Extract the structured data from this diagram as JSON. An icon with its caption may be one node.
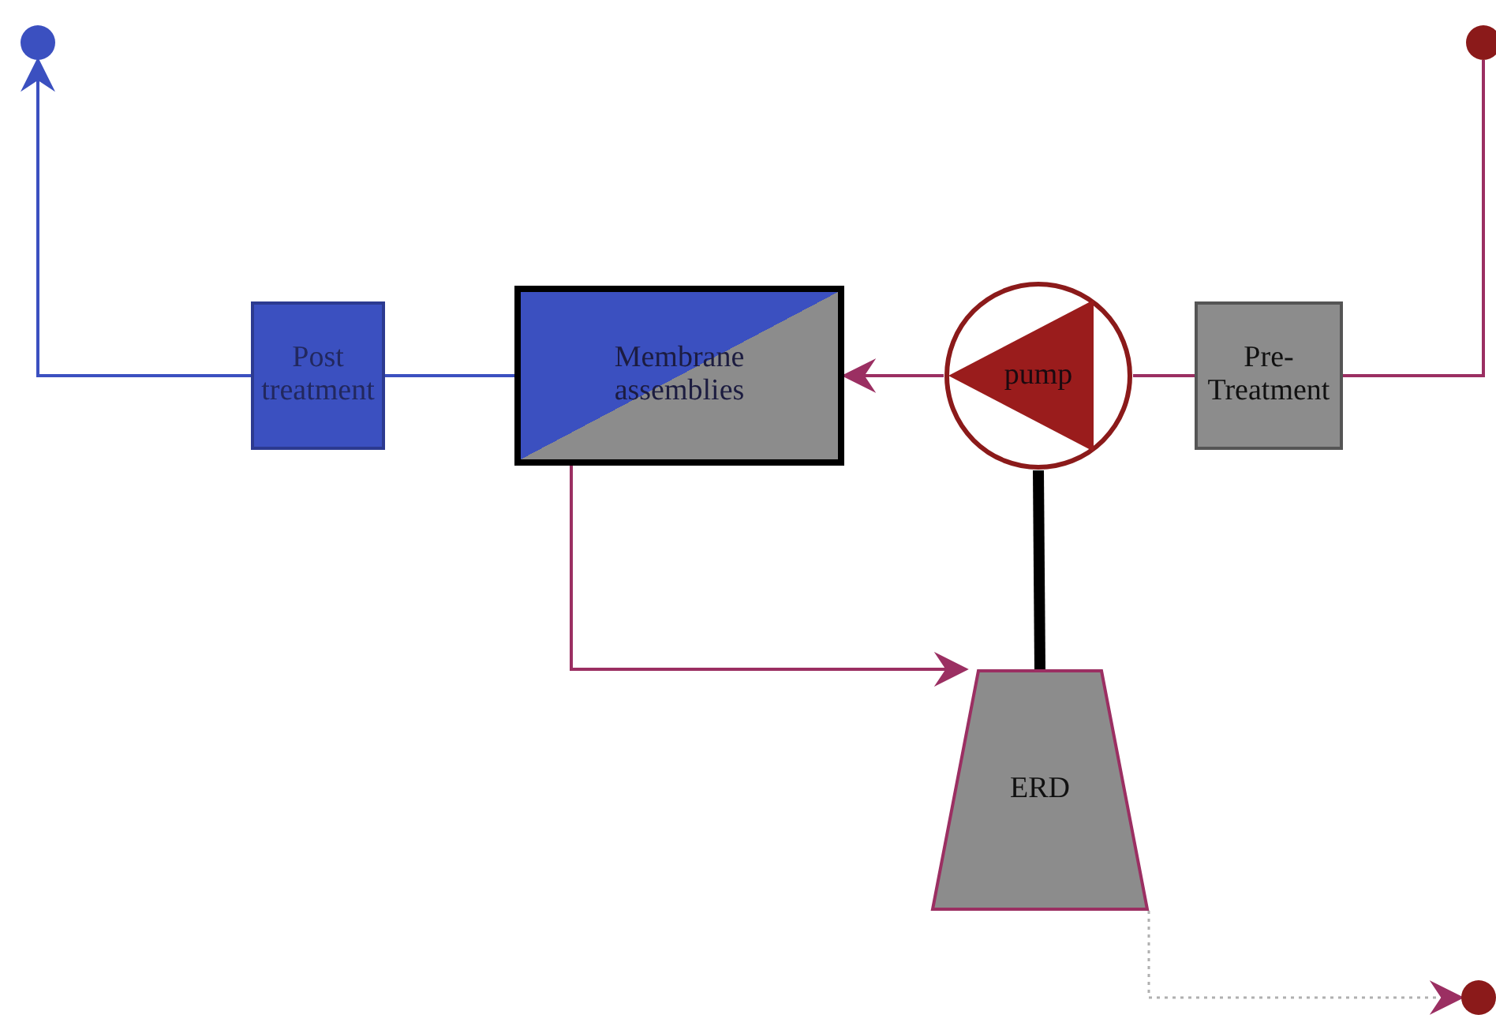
{
  "diagram": {
    "nodes": [
      {
        "text": [],
        "shape": "circle"
      },
      {
        "text": [],
        "shape": "circle"
      },
      {
        "text": [
          "Post treatment"
        ]
      },
      {
        "text": [
          "Membrane assemblies"
        ]
      },
      {
        "text": [
          "pump"
        ]
      },
      {
        "text": [
          "Pre-Treatment"
        ]
      },
      {
        "text": [
          "ERD"
        ]
      },
      {
        "text": [],
        "shape": "circle"
      }
    ],
    "edges": [
      {
        "from": 1,
        "to": 5,
        "arrow": "none"
      },
      {
        "from": 5,
        "to": 4,
        "arrow": "none"
      },
      {
        "from": 4,
        "to": 3,
        "arrow": "to"
      },
      {
        "from": 3,
        "to": 2,
        "arrow": "none",
        "color": "#3b50c0"
      },
      {
        "from": 2,
        "to": 0,
        "arrow": "to",
        "color": "#3b50c0"
      },
      {
        "from": 3,
        "to": 6,
        "arrow": "to"
      },
      {
        "from": 4,
        "to": 6,
        "arrow": "none",
        "style": "thick",
        "color": "#000000"
      },
      {
        "from": 6,
        "to": 7,
        "arrow": "to",
        "style": "dashed",
        "color": "#b0b0b0"
      }
    ]
  }
}
